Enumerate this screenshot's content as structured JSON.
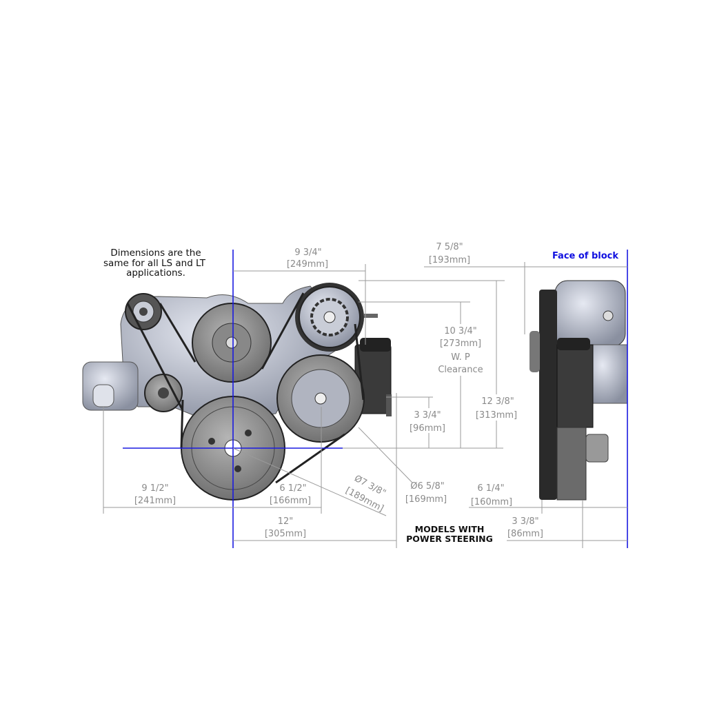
{
  "note": {
    "lines": [
      "Dimensions are the",
      "same for all LS and LT",
      "applications."
    ]
  },
  "face_of_block": "Face of block",
  "models_label": [
    "MODELS WITH",
    "POWER STEERING"
  ],
  "dimensions": {
    "alt_horizontal": {
      "inch": "9 3/4\"",
      "mm": "[249mm]"
    },
    "side_top": {
      "inch": "7 5/8\"",
      "mm": "[193mm]"
    },
    "wp_clearance": {
      "inch": "10 3/4\"",
      "mm": "[273mm]",
      "label1": "W. P",
      "label2": "Clearance"
    },
    "overall_height": {
      "inch": "12 3/8\"",
      "mm": "[313mm]"
    },
    "ps_height": {
      "inch": "3 3/4\"",
      "mm": "[96mm]"
    },
    "left_width": {
      "inch": "9 1/2\"",
      "mm": "[241mm]"
    },
    "ps_offset": {
      "inch": "6 1/2\"",
      "mm": "[166mm]"
    },
    "crank_dia": {
      "inch": "Ø7 3/8\"",
      "mm": "[189mm]"
    },
    "ps_dia": {
      "inch": "Ø6 5/8\"",
      "mm": "[169mm]"
    },
    "right_width": {
      "inch": "12\"",
      "mm": "[305mm]"
    },
    "side_plate": {
      "inch": "6 1/4\"",
      "mm": "[160mm]"
    },
    "side_pulley": {
      "inch": "3 3/8\"",
      "mm": "[86mm]"
    }
  },
  "colors": {
    "accent_blue": "#1a1ae0",
    "dim_gray": "#8a8a8a"
  }
}
